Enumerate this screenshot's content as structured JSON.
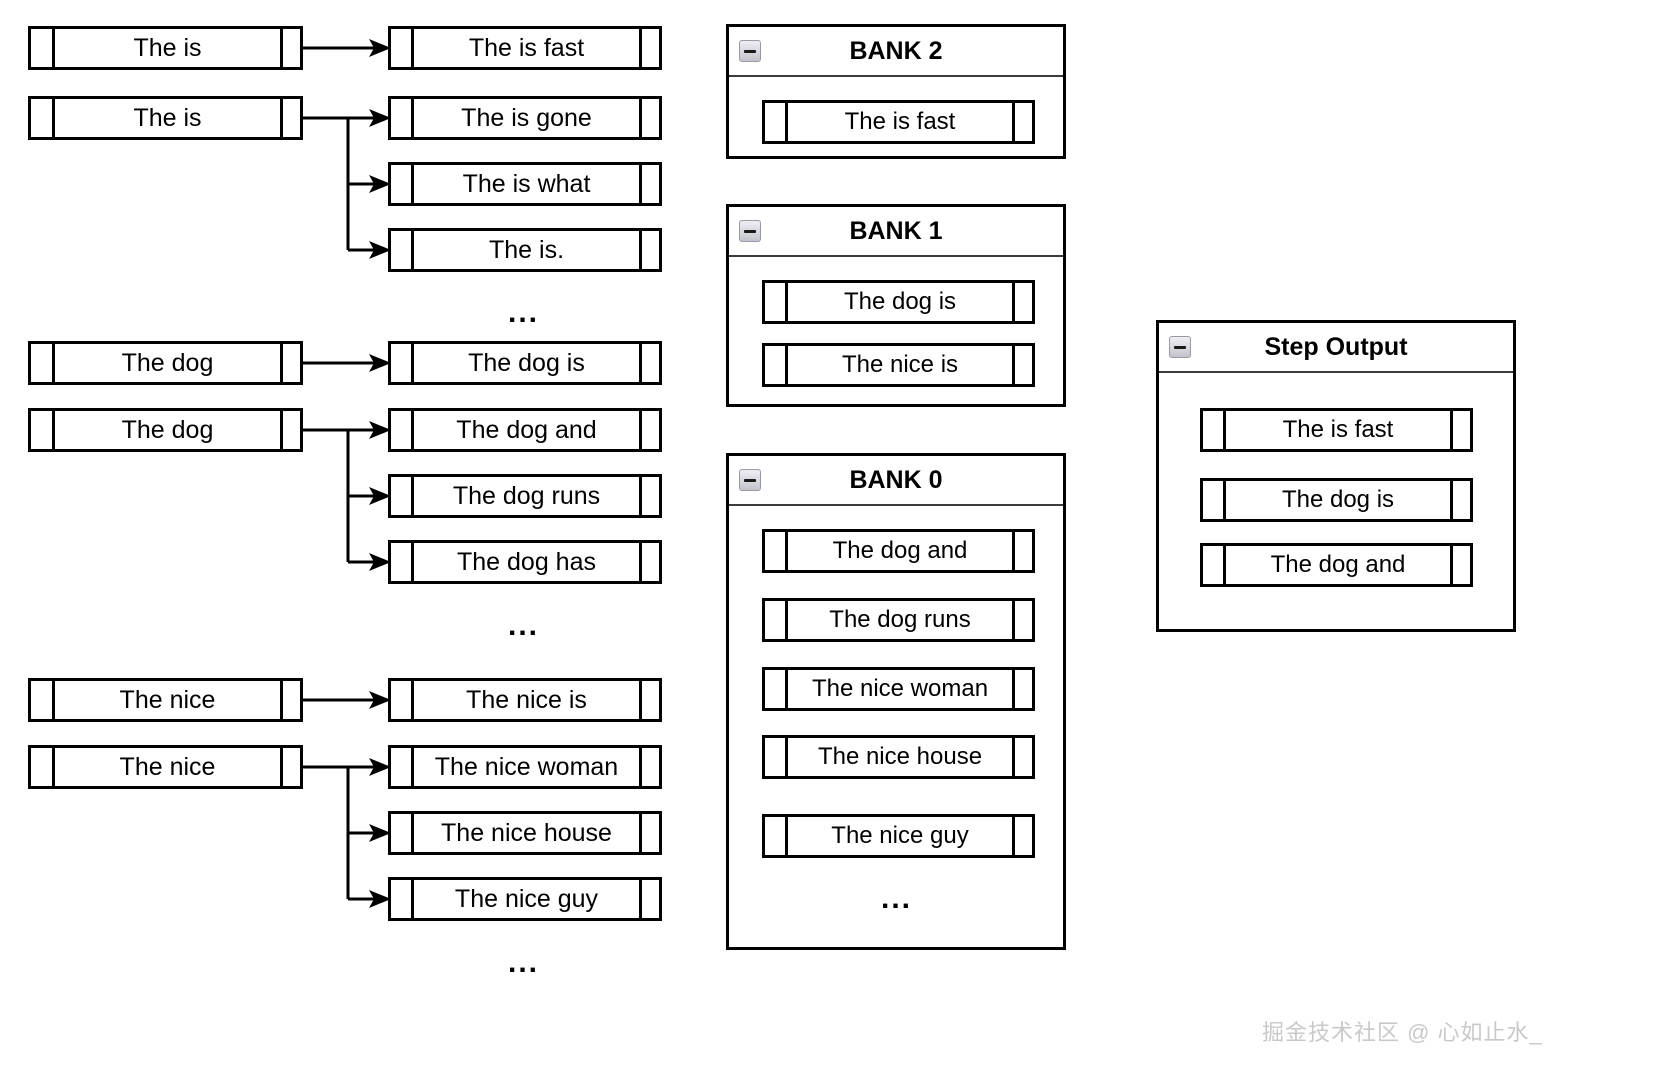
{
  "meta": {
    "ellipsis": "...",
    "watermark": "掘金技术社区 @ 心如止水_"
  },
  "colors": {
    "stroke": "#000000",
    "panel_header_rule": "#3c3c3c",
    "collapse_icon_border": "#9a9aa5",
    "watermark": "#c9c9c9",
    "background": "#ffffff"
  },
  "left_column": {
    "groups": [
      {
        "name": "group-is",
        "single": {
          "source": "The is",
          "target": "The is fast"
        },
        "branch": {
          "source": "The is",
          "targets": [
            "The is gone",
            "The is what",
            "The is."
          ]
        },
        "trailing_ellipsis": "..."
      },
      {
        "name": "group-dog",
        "single": {
          "source": "The dog",
          "target": "The dog is"
        },
        "branch": {
          "source": "The dog",
          "targets": [
            "The dog and",
            "The dog runs",
            "The dog has"
          ]
        },
        "trailing_ellipsis": "..."
      },
      {
        "name": "group-nice",
        "single": {
          "source": "The nice",
          "target": "The nice is"
        },
        "branch": {
          "source": "The nice",
          "targets": [
            "The nice woman",
            "The nice house",
            "The nice guy"
          ]
        },
        "trailing_ellipsis": "..."
      }
    ]
  },
  "banks": [
    {
      "id": "bank-2",
      "title": "BANK 2",
      "collapse_icon": "collapse-minus-icon",
      "items": [
        "The is fast"
      ],
      "ellipsis": ""
    },
    {
      "id": "bank-1",
      "title": "BANK 1",
      "collapse_icon": "collapse-minus-icon",
      "items": [
        "The dog is",
        "The nice is"
      ],
      "ellipsis": ""
    },
    {
      "id": "bank-0",
      "title": "BANK 0",
      "collapse_icon": "collapse-minus-icon",
      "items": [
        "The dog and",
        "The dog runs",
        "The nice woman",
        "The nice house",
        "The nice guy"
      ],
      "ellipsis": "..."
    }
  ],
  "step_output": {
    "id": "step-output",
    "title": "Step Output",
    "collapse_icon": "collapse-minus-icon",
    "items": [
      "The is fast",
      "The dog is",
      "The dog and"
    ]
  }
}
